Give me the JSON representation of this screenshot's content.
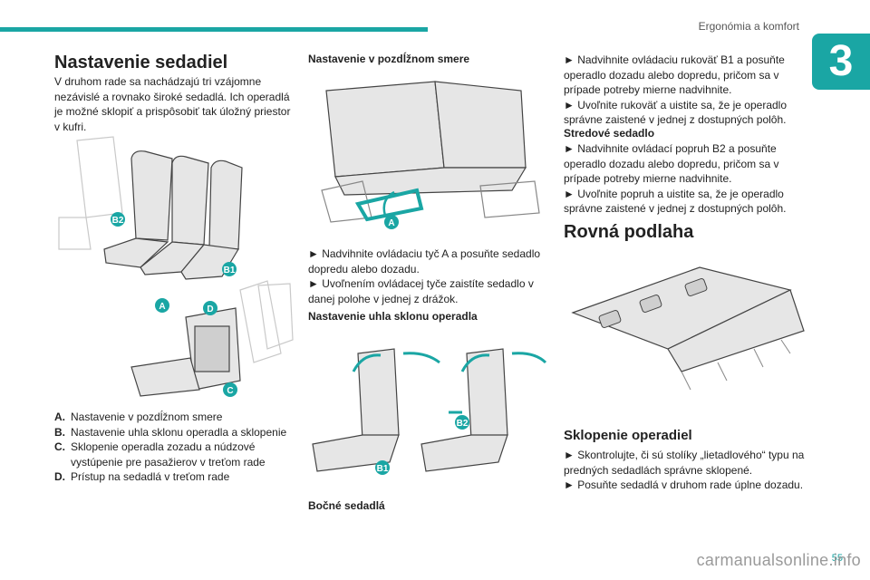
{
  "header": {
    "section": "Ergonómia a komfort",
    "chapter_number": "3"
  },
  "footer": {
    "page_number": "55",
    "watermark": "carmanualsonline.info"
  },
  "col1": {
    "title": "Nastavenie sedadiel",
    "intro": "V druhom rade sa nachádzajú tri vzájomne nezávislé a rovnako široké sedadlá. Ich operadlá je možné sklopiť a prispôsobiť tak úložný priestor v kufri.",
    "labels": {
      "b2": "B2",
      "b1": "B1",
      "a": "A",
      "d": "D",
      "c": "C"
    },
    "legend": [
      {
        "key": "A.",
        "text": "Nastavenie v pozdĺžnom smere"
      },
      {
        "key": "B.",
        "text": "Nastavenie uhla sklonu operadla a sklopenie"
      },
      {
        "key": "C.",
        "text": "Sklopenie operadla zozadu a núdzové vystúpenie pre pasažierov v treťom rade"
      },
      {
        "key": "D.",
        "text": "Prístup na sedadlá v treťom rade"
      }
    ]
  },
  "col2": {
    "h_longitudinal": "Nastavenie v pozdĺžnom smere",
    "label_a": "A",
    "longitudinal_text": "► Nadvihnite ovládaciu tyč A a posuňte sedadlo dopredu alebo dozadu.\n► Uvoľnením ovládacej tyče zaistíte sedadlo v danej polohe v jednej z drážok.",
    "h_angle": "Nastavenie uhla sklonu operadla",
    "label_b1": "B1",
    "label_b2": "B2",
    "caption": "Bočné sedadlá"
  },
  "col3": {
    "b1_text": "► Nadvihnite ovládaciu rukoväť B1 a posuňte operadlo dozadu alebo dopredu, pričom sa v prípade potreby mierne nadvihnite.\n► Uvoľnite rukoväť a uistite sa, že je operadlo správne zaistené v jednej z dostupných polôh.",
    "middle_heading": "Stredové sedadlo",
    "b2_text": "► Nadvihnite ovládací popruh B2 a posuňte operadlo dozadu alebo dopredu, pričom sa v prípade potreby mierne nadvihnite.\n► Uvoľnite popruh a uistite sa, že je operadlo správne zaistené v jednej z dostupných polôh.",
    "title_flat": "Rovná podlaha",
    "h_fold": "Sklopenie operadiel",
    "fold_text": "► Skontrolujte, či sú stolíky „lietadlového“ typu na predných sedadlách správne sklopené.\n► Posuňte sedadlá v druhom rade úplne dozadu."
  },
  "colors": {
    "accent": "#1aa6a4"
  }
}
